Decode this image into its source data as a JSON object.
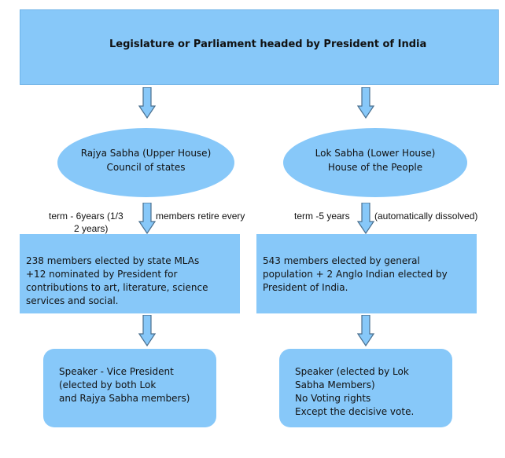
{
  "title": "Legislature or Parliament headed by President of India",
  "rajya": {
    "line1": "Rajya Sabha (Upper House)",
    "line2": "Council of states"
  },
  "lok": {
    "line1": "Lok Sabha (Lower House)",
    "line2": "House of the People"
  },
  "term_left": {
    "part1": "term - 6years (1/3",
    "part2": "members retire every",
    "part3": "2 years)"
  },
  "term_right": {
    "part1": "term -5 years",
    "part2": "(automatically dissolved)"
  },
  "members_left": [
    "238 members elected by state MLAs",
    "+12 nominated by President for",
    "contributions to art, literature, science",
    "services and social."
  ],
  "members_right": [
    "543 members elected by general",
    "population + 2 Anglo Indian elected by",
    "President of India."
  ],
  "speaker_left": [
    "Speaker - Vice President",
    "(elected by both Lok",
    "and Rajya Sabha members)"
  ],
  "speaker_right": [
    "Speaker (elected by Lok",
    "Sabha Members)",
    "No Voting rights",
    "Except the decisive vote."
  ],
  "colors": {
    "box_fill": "#87c8f9",
    "arrow_fill": "#87c8f9",
    "arrow_stroke": "#4a6f8e"
  }
}
